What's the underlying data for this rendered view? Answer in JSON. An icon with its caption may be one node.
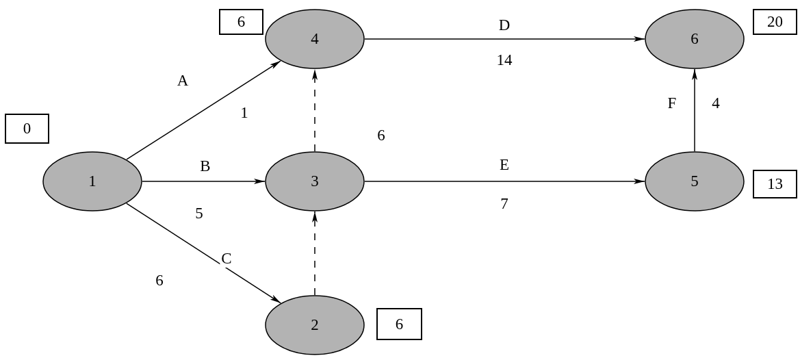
{
  "diagram": {
    "nodes": [
      {
        "text": [
          "4"
        ],
        "beside": [
          "6"
        ]
      },
      {
        "text": [
          "6"
        ],
        "beside": [
          "20"
        ]
      },
      {
        "text": [
          "1"
        ],
        "beside": [
          "0"
        ]
      },
      {
        "text": [
          "3"
        ]
      },
      {
        "text": [
          "5"
        ],
        "beside": [
          "13"
        ]
      },
      {
        "text": [
          "2"
        ],
        "beside": [
          "6"
        ]
      }
    ],
    "edges": [
      {
        "from": 2,
        "to": 0,
        "arrow": "to",
        "label": "A"
      },
      {
        "from": 2,
        "to": 3,
        "arrow": "to",
        "label": "B"
      },
      {
        "from": 2,
        "to": 5,
        "arrow": "to",
        "label": "C"
      },
      {
        "from": 0,
        "to": 1,
        "arrow": "to",
        "label": "D"
      },
      {
        "from": 3,
        "to": 4,
        "arrow": "to",
        "label": "E"
      },
      {
        "from": 4,
        "to": 1,
        "arrow": "to",
        "label": "F"
      },
      {
        "from": 3,
        "to": 0,
        "arrow": "to",
        "style": "dashed"
      },
      {
        "from": 5,
        "to": 3,
        "arrow": "to",
        "style": "dashed"
      }
    ],
    "labels": [
      "1",
      "6",
      "5",
      "14",
      "7",
      "4",
      "6"
    ]
  }
}
